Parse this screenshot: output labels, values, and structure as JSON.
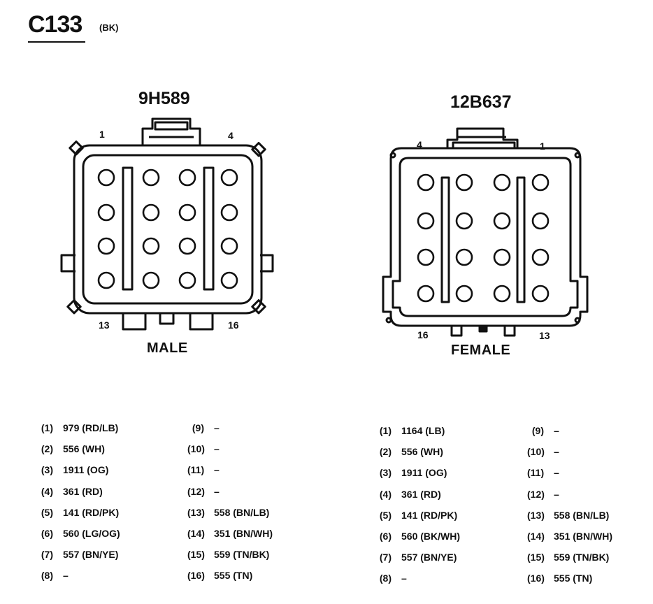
{
  "connector": {
    "name": "C133",
    "color": "(BK)"
  },
  "male": {
    "part_number": "9H589",
    "label": "MALE",
    "corner_labels": {
      "top_left": "1",
      "top_right": "4",
      "bottom_left": "13",
      "bottom_right": "16"
    }
  },
  "female": {
    "part_number": "12B637",
    "label": "FEMALE",
    "corner_labels": {
      "top_left": "4",
      "top_right": "1",
      "bottom_left": "16",
      "bottom_right": "13"
    }
  },
  "male_pins": [
    {
      "no": "(1)",
      "wire": "979 (RD/LB)"
    },
    {
      "no": "(2)",
      "wire": "556 (WH)"
    },
    {
      "no": "(3)",
      "wire": "1911 (OG)"
    },
    {
      "no": "(4)",
      "wire": "361 (RD)"
    },
    {
      "no": "(5)",
      "wire": "141 (RD/PK)"
    },
    {
      "no": "(6)",
      "wire": "560 (LG/OG)"
    },
    {
      "no": "(7)",
      "wire": "557 (BN/YE)"
    },
    {
      "no": "(8)",
      "wire": "–"
    },
    {
      "no": "(9)",
      "wire": "–"
    },
    {
      "no": "(10)",
      "wire": "–"
    },
    {
      "no": "(11)",
      "wire": "–"
    },
    {
      "no": "(12)",
      "wire": "–"
    },
    {
      "no": "(13)",
      "wire": "558 (BN/LB)"
    },
    {
      "no": "(14)",
      "wire": "351 (BN/WH)"
    },
    {
      "no": "(15)",
      "wire": "559 (TN/BK)"
    },
    {
      "no": "(16)",
      "wire": "555 (TN)"
    }
  ],
  "female_pins": [
    {
      "no": "(1)",
      "wire": "1164 (LB)"
    },
    {
      "no": "(2)",
      "wire": "556 (WH)"
    },
    {
      "no": "(3)",
      "wire": "1911 (OG)"
    },
    {
      "no": "(4)",
      "wire": "361 (RD)"
    },
    {
      "no": "(5)",
      "wire": "141 (RD/PK)"
    },
    {
      "no": "(6)",
      "wire": "560 (BK/WH)"
    },
    {
      "no": "(7)",
      "wire": "557 (BN/YE)"
    },
    {
      "no": "(8)",
      "wire": "–"
    },
    {
      "no": "(9)",
      "wire": "–"
    },
    {
      "no": "(10)",
      "wire": "–"
    },
    {
      "no": "(11)",
      "wire": "–"
    },
    {
      "no": "(12)",
      "wire": "–"
    },
    {
      "no": "(13)",
      "wire": "558 (BN/LB)"
    },
    {
      "no": "(14)",
      "wire": "351 (BN/WH)"
    },
    {
      "no": "(15)",
      "wire": "559 (TN/BK)"
    },
    {
      "no": "(16)",
      "wire": "555 (TN)"
    }
  ]
}
